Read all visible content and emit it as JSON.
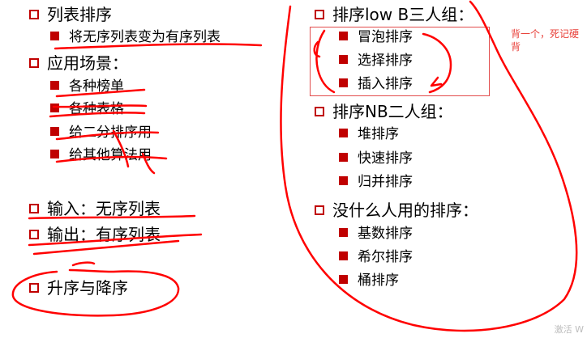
{
  "left": {
    "h_sorting": "列表排序",
    "s_sorting_desc": "将无序列表变为有序列表",
    "h_scenarios": "应用场景：",
    "s_rankings": "各种榜单",
    "s_tables": "各种表格",
    "s_binary": "给二分排序用",
    "s_other": "给其他算法用",
    "h_input": "输入：无序列表",
    "h_output": "输出：有序列表",
    "h_order": "升序与降序"
  },
  "right": {
    "h_low": "排序low B三人组：",
    "s_bubble": "冒泡排序",
    "s_selection": "选择排序",
    "s_insertion": "插入排序",
    "h_nb": "排序NB二人组：",
    "s_heap": "堆排序",
    "s_quick": "快速排序",
    "s_merge": "归并排序",
    "h_rare": "没什么人用的排序：",
    "s_radix": "基数排序",
    "s_shell": "希尔排序",
    "s_bucket": "桶排序"
  },
  "annotation": "背一个，死记硬背",
  "watermark": "激活 W",
  "colors": {
    "bullet": "#c00000",
    "ink": "#ff0000",
    "note": "#e8413a"
  }
}
